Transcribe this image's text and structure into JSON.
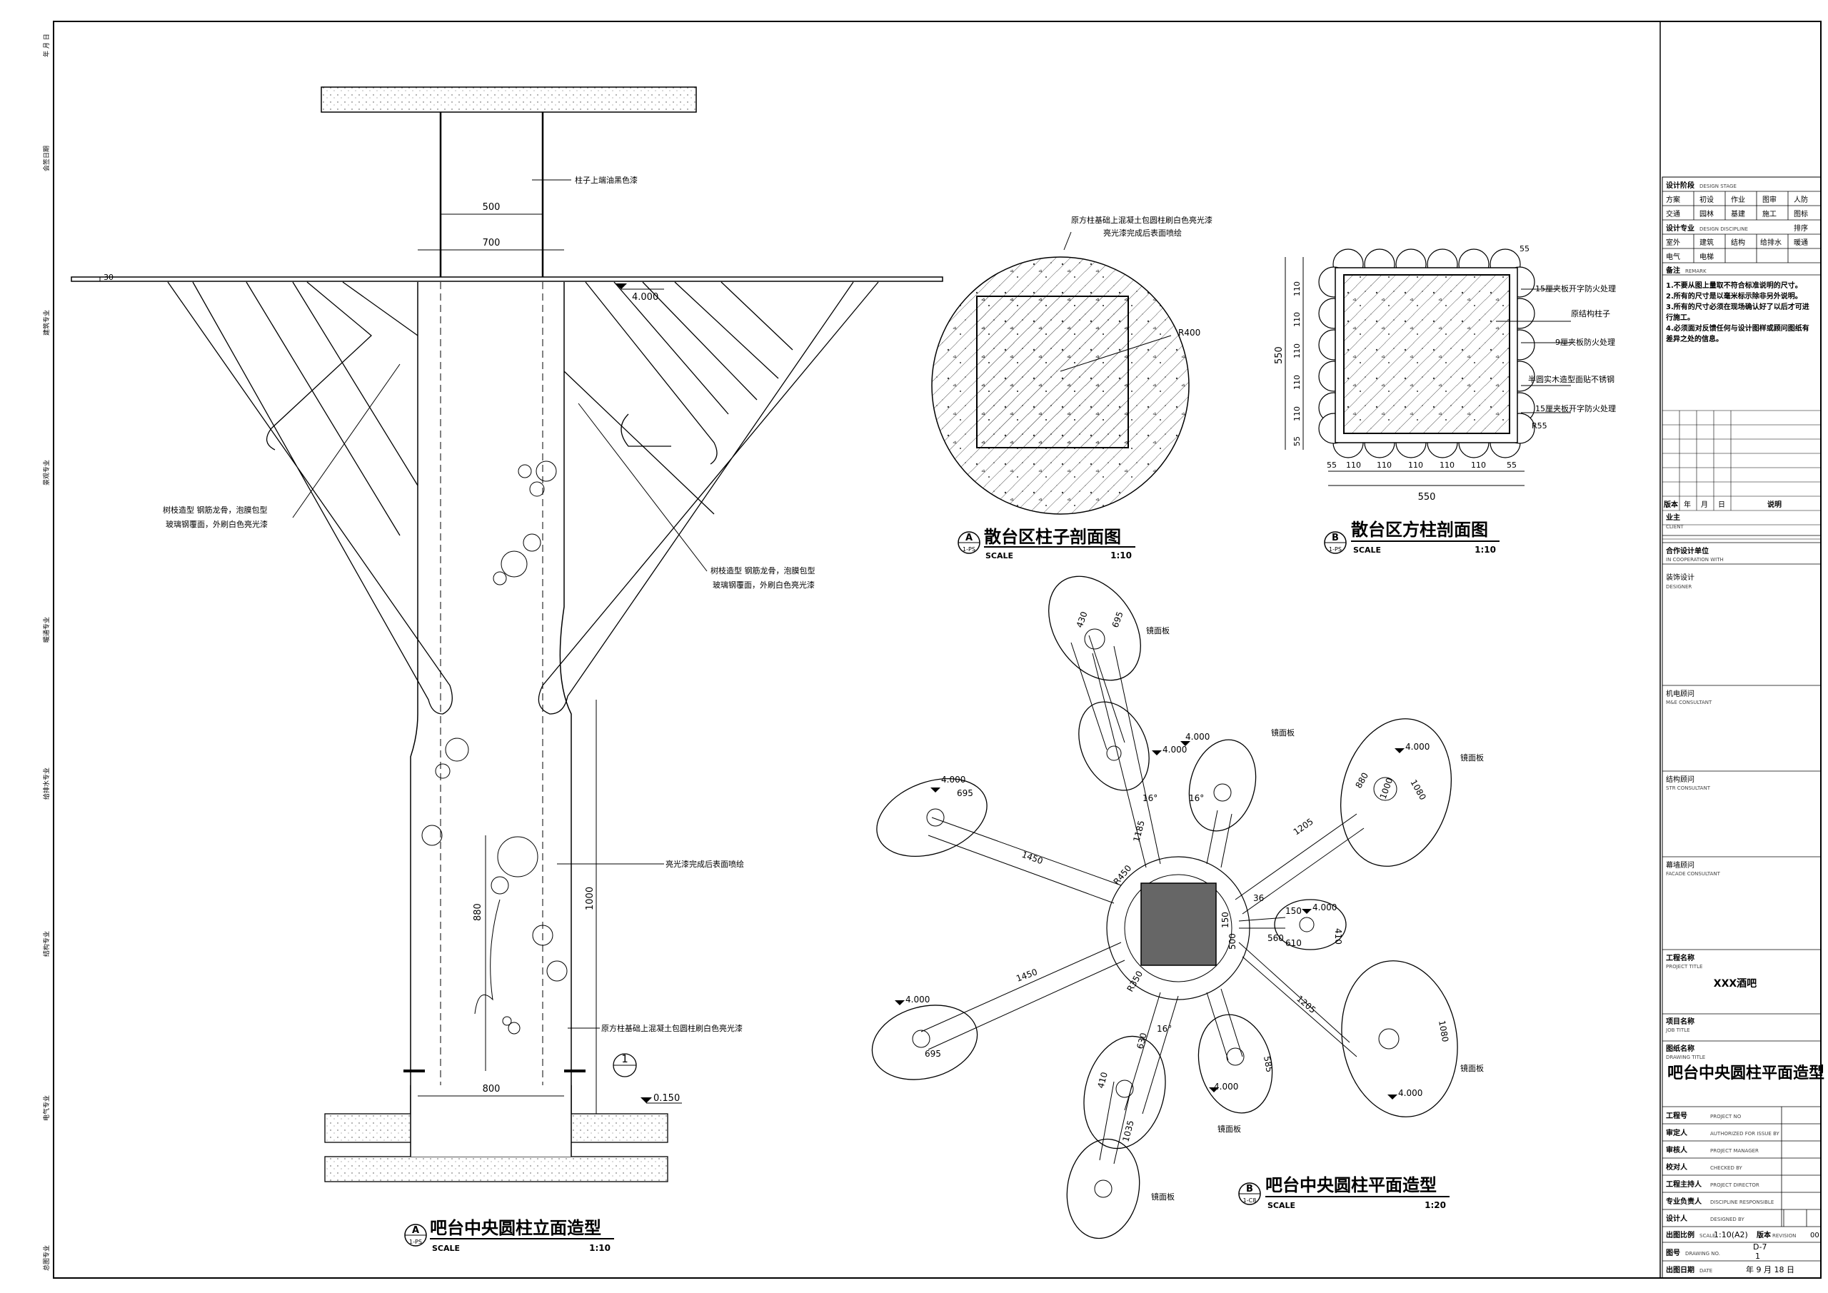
{
  "left_margin": {
    "date_stamp": "年 月 日",
    "labels": [
      "会签日期",
      "建筑专业",
      "景观专业",
      "暖通专业",
      "给排水专业",
      "结构专业",
      "电气专业",
      "总图专业"
    ]
  },
  "elevation": {
    "title": "吧台中央圆柱立面造型",
    "symbol_letter": "A",
    "symbol_code": "1-PS",
    "scale_label": "SCALE",
    "scale_value": "1:10",
    "notes": {
      "top_paint": "柱子上端油黑色漆",
      "branch_left_1": "树枝造型 钢筋龙骨，泡膜包型",
      "branch_left_2": "玻璃钢覆面，外刷白色亮光漆",
      "branch_right_1": "树枝造型 钢筋龙骨，泡膜包型",
      "branch_right_2": "玻璃钢覆面，外刷白色亮光漆",
      "gloss_paint": "亮光漆完成后表面喷绘",
      "base_note": "原方柱基础上混凝土包圆柱刷白色亮光漆"
    },
    "dims": {
      "d500": "500",
      "d700": "700",
      "d30": "30",
      "d880": "880",
      "d1000": "1000",
      "d800": "800"
    },
    "levels": {
      "top": "4.000",
      "bottom": "0.150"
    },
    "section_mark": "1"
  },
  "round_section": {
    "title": "散台区柱子剖面图",
    "symbol_letter": "A",
    "symbol_code": "1-PS",
    "scale_label": "SCALE",
    "scale_value": "1:10",
    "note_1": "原方柱基础上混凝土包圆柱刷白色亮光漆",
    "note_2": "亮光漆完成后表面喷绘",
    "radius": "R400"
  },
  "square_section": {
    "title": "散台区方柱剖面图",
    "symbol_letter": "B",
    "symbol_code": "1-PS",
    "scale_label": "SCALE",
    "scale_value": "1:10",
    "notes": [
      "15厘夹板开字防火处理",
      "原结构柱子",
      "9厘夹板防火处理",
      "半圆实木造型面贴不锈钢",
      "15厘夹板开字防火处理"
    ],
    "radius": "R55",
    "corner": "55",
    "total": "550",
    "side_dims": [
      "55",
      "110",
      "110",
      "110",
      "110",
      "110",
      "55"
    ],
    "left_dims": [
      "110",
      "110",
      "110",
      "110",
      "110",
      "55"
    ]
  },
  "plan": {
    "title": "吧台中央圆柱平面造型",
    "symbol_letter": "B",
    "symbol_code": "1-C8",
    "scale_label": "SCALE",
    "scale_value": "1:20",
    "mirror_label": "镜面板",
    "level_label": "4.000",
    "dims": [
      "430",
      "695",
      "1185",
      "1450",
      "1205",
      "1450",
      "1205",
      "R350",
      "R450",
      "695",
      "630",
      "410",
      "1035",
      "150",
      "610",
      "410",
      "560",
      "1000",
      "695",
      "880",
      "1080",
      "585",
      "16°",
      "16°",
      "16°",
      "36",
      "150",
      "500",
      "1080"
    ]
  },
  "title_block": {
    "design_stage": "设计阶段",
    "design_stage_en": "DESIGN STAGE",
    "stage_rows": [
      [
        "方案",
        "初设",
        "作业",
        "图审",
        "人防"
      ],
      [
        "交通",
        "园林",
        "基建",
        "施工",
        "图标"
      ]
    ],
    "discipline": "设计专业",
    "discipline_en": "DESIGN DISCIPLINE",
    "disc_extra": "排序",
    "disc_rows": [
      [
        "室外",
        "建筑",
        "结构",
        "给排水",
        "暖通"
      ],
      [
        "电气",
        "电梯",
        "",
        "",
        ""
      ]
    ],
    "remarks_title": "备注",
    "remarks_en": "REMARK",
    "remarks": [
      "1.不要从图上量取不符合标准说明的尺寸。",
      "2.所有的尺寸是以毫米标示除非另外说明。",
      "3.所有的尺寸必须在现场确认好了以后才可进",
      "   行施工。",
      "4.必须面对反馈任何与设计图样或顾问图纸有",
      "   差异之处的信息。"
    ],
    "revision": [
      "版本",
      "年",
      "月",
      "日",
      "说明"
    ],
    "client": "业主",
    "client_en": "CLIENT",
    "coop": "合作设计单位",
    "coop_en": "IN COOPERATION WITH",
    "designer": "装饰设计",
    "designer_en": "DESIGNER",
    "mep": "机电顾问",
    "mep_en": "M&E CONSULTANT",
    "struct": "结构顾问",
    "struct_en": "STR CONSULTANT",
    "facade": "幕墙顾问",
    "facade_en": "FACADE CONSULTANT",
    "project_title": "工程名称",
    "project_title_en": "PROJECT TITLE",
    "project_name": "XXX酒吧",
    "item_title": "项目名称",
    "item_title_en": "JOB TITLE",
    "drawing_title": "图纸名称",
    "drawing_title_en": "DRAWING TITLE",
    "drawing_name": "吧台中央圆柱平面造型",
    "rows": [
      {
        "label": "工程号",
        "en": "PROJECT NO"
      },
      {
        "label": "审定人",
        "en": "AUTHORIZED FOR ISSUE BY"
      },
      {
        "label": "审核人",
        "en": "PROJECT MANAGER"
      },
      {
        "label": "校对人",
        "en": "CHECKED BY"
      },
      {
        "label": "工程主持人",
        "en": "PROJECT DIRECTOR"
      },
      {
        "label": "专业负责人",
        "en": "DISCIPLINE RESPONSIBLE"
      },
      {
        "label": "设计人",
        "en": "DESIGNED BY"
      }
    ],
    "scale_row_label": "出图比例",
    "scale_row_en": "SCALE",
    "scale_row_value": "1:10(A2)",
    "version_label": "版本",
    "version_en": "REVISION",
    "version_value": "00",
    "drawing_no_label": "图号",
    "drawing_no_en": "DRAWING NO.",
    "drawing_no_1": "D-7",
    "drawing_no_2": "1",
    "date_label": "出图日期",
    "date_en": "DATE",
    "date_value": "年 9 月 18 日"
  }
}
